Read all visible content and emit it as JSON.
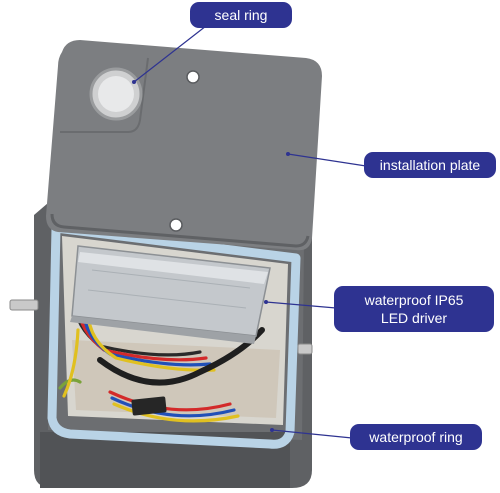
{
  "callouts": {
    "seal_ring": "seal ring",
    "installation_plate": "installation plate",
    "driver_line1": "waterproof IP65",
    "driver_line2": "LED driver",
    "waterproof_ring": "waterproof ring"
  },
  "colors": {
    "callout_background": "#2e3391",
    "callout_text": "#ffffff",
    "leader_line": "#2e3391",
    "housing": "#6f7174",
    "plate": "#7c7e81",
    "waterproof_ring": "#b9d3e6",
    "driver_case": "#c4c8cc"
  }
}
